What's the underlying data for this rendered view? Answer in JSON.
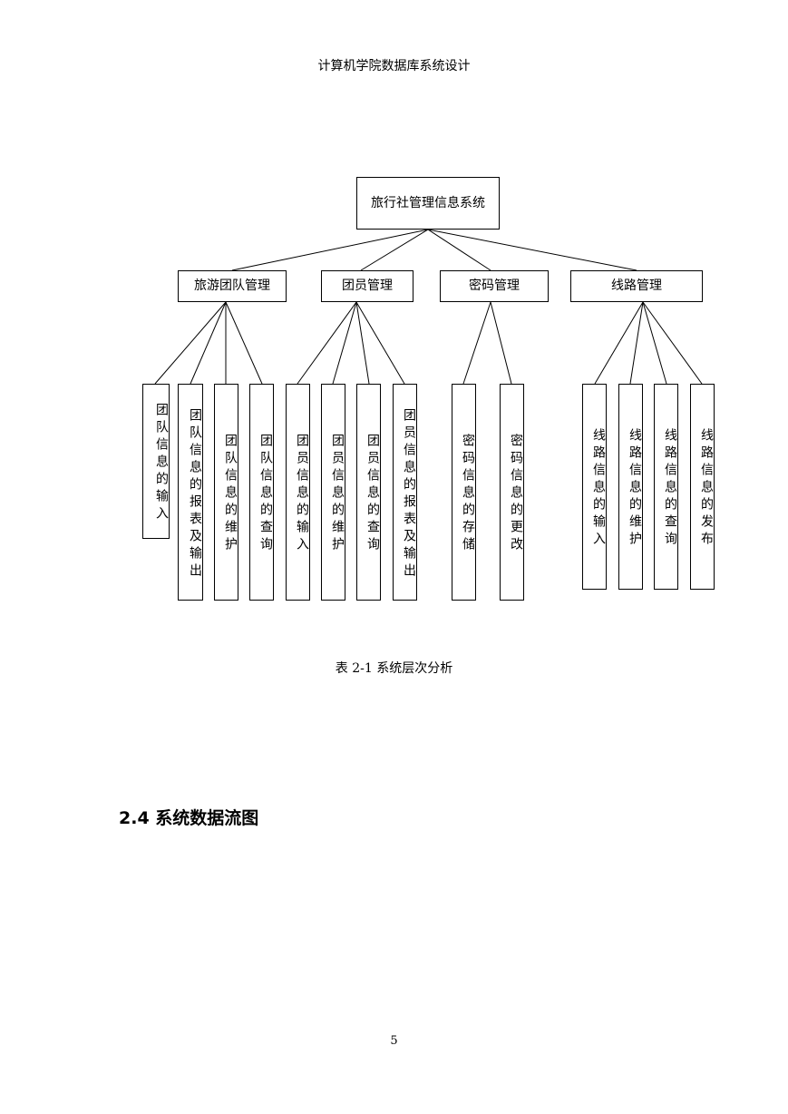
{
  "header": {
    "title": "计算机学院数据库系统设计"
  },
  "diagram": {
    "root": "旅行社管理信息系统",
    "modules": [
      {
        "name": "旅游团队管理",
        "leaves": [
          "团队信息的输入",
          "团队信息的报表及输出",
          "团队信息的维护",
          "团队信息的查询"
        ]
      },
      {
        "name": "团员管理",
        "leaves": [
          "团员信息的输入",
          "团员信息的维护",
          "团员信息的查询",
          "团员信息的报表及输出"
        ]
      },
      {
        "name": "密码管理",
        "leaves": [
          "密码信息的存储",
          "密码信息的更改"
        ]
      },
      {
        "name": "线路管理",
        "leaves": [
          "线路信息的输入",
          "线路信息的维护",
          "线路信息的查询",
          "线路信息的发布"
        ]
      }
    ]
  },
  "caption": "表 2-1 系统层次分析",
  "section": {
    "heading": "2.4 系统数据流图"
  },
  "footer": {
    "page_number": "5"
  }
}
